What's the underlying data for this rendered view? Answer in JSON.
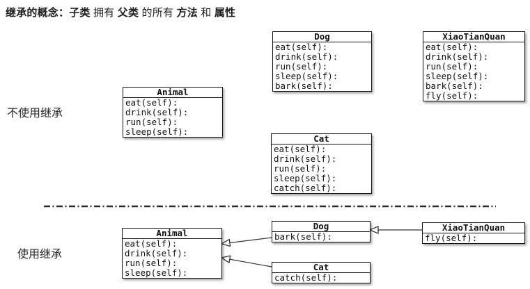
{
  "header": {
    "segments": [
      {
        "text": "继承的概念：",
        "bold": true
      },
      {
        "text": "子类",
        "bold": true
      },
      {
        "text": " 拥有 ",
        "bold": false
      },
      {
        "text": "父类",
        "bold": true
      },
      {
        "text": " 的所有 ",
        "bold": false
      },
      {
        "text": "方法",
        "bold": true
      },
      {
        "text": " 和 ",
        "bold": false
      },
      {
        "text": "属性",
        "bold": true
      }
    ]
  },
  "sections": {
    "no_inheritance_label": "不使用继承",
    "inheritance_label": "使用继承"
  },
  "diagram": {
    "top": {
      "animal": {
        "title": "Animal",
        "methods": [
          "eat(self):",
          "drink(self):",
          "run(self):",
          "sleep(self):"
        ]
      },
      "dog": {
        "title": "Dog",
        "methods": [
          "eat(self):",
          "drink(self):",
          "run(self):",
          "sleep(self):",
          "bark(self):"
        ]
      },
      "cat": {
        "title": "Cat",
        "methods": [
          "eat(self):",
          "drink(self):",
          "run(self):",
          "sleep(self):",
          "catch(self):"
        ]
      },
      "xiaotianquan": {
        "title": "XiaoTianQuan",
        "methods": [
          "eat(self):",
          "drink(self):",
          "run(self):",
          "sleep(self):",
          "bark(self):",
          "fly(self):"
        ]
      }
    },
    "bottom": {
      "animal": {
        "title": "Animal",
        "methods": [
          "eat(self):",
          "drink(self):",
          "run(self):",
          "sleep(self):"
        ]
      },
      "dog": {
        "title": "Dog",
        "methods": [
          "bark(self):"
        ]
      },
      "cat": {
        "title": "Cat",
        "methods": [
          "catch(self):"
        ]
      },
      "xiaotianquan": {
        "title": "XiaoTianQuan",
        "methods": [
          "fly(self):"
        ]
      }
    },
    "edges": [
      {
        "from": "Dog",
        "to": "Animal"
      },
      {
        "from": "Cat",
        "to": "Animal"
      },
      {
        "from": "XiaoTianQuan",
        "to": "Dog"
      }
    ]
  },
  "colors": {
    "box_border": "#141414",
    "text": "#111111",
    "arrow": "#333333",
    "divider": "#2b2b2b",
    "background": "#ffffff"
  }
}
